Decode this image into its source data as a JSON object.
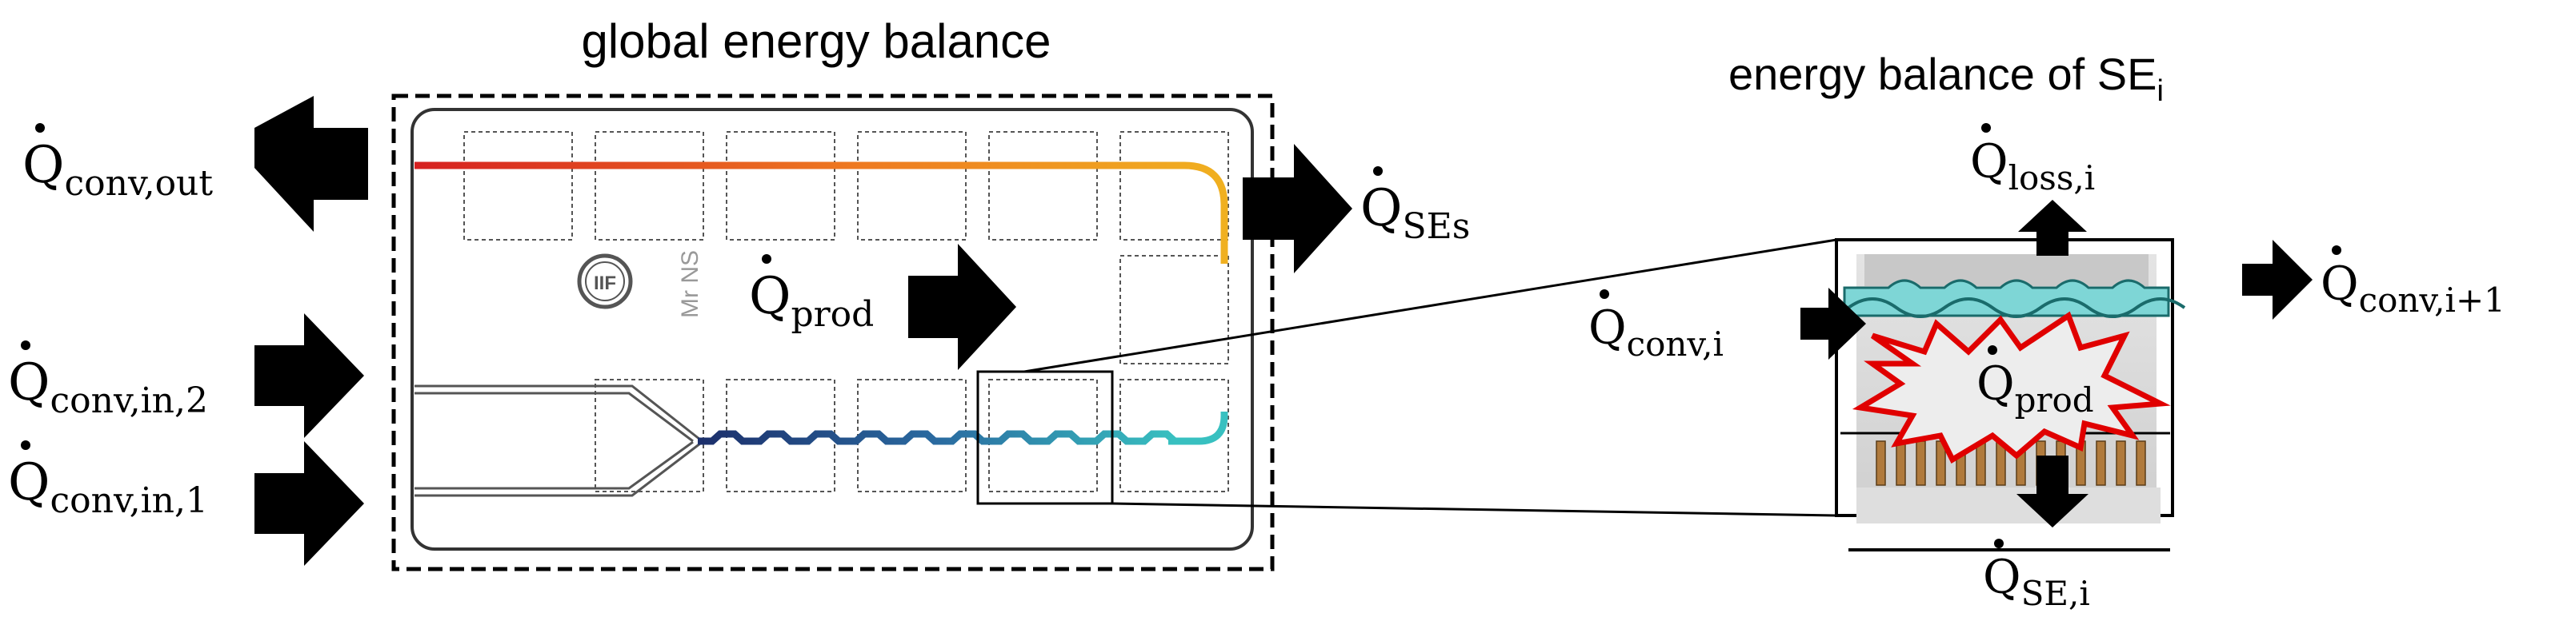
{
  "titles": {
    "global": "global energy balance",
    "local": "energy balance of SE",
    "local_subscript": "i"
  },
  "labels": {
    "q_symbol": "Q",
    "conv_out": "conv,out",
    "conv_in_2": "conv,in,2",
    "conv_in_1": "conv,in,1",
    "ses": "SEs",
    "prod": "prod",
    "conv_i": "conv,i",
    "conv_i_plus_1": "conv,i+1",
    "loss_i": "loss,i",
    "prod_i": "prod",
    "se_i": "SE,i"
  },
  "logo": {
    "mark": "IIF",
    "side_text": "Mr NS"
  },
  "colors": {
    "arrow": "#000000",
    "hot": "#d62020",
    "warm": "#f0b020",
    "cold": "#1c2f6b",
    "teal": "#38c0c0",
    "star": "#e00000"
  }
}
